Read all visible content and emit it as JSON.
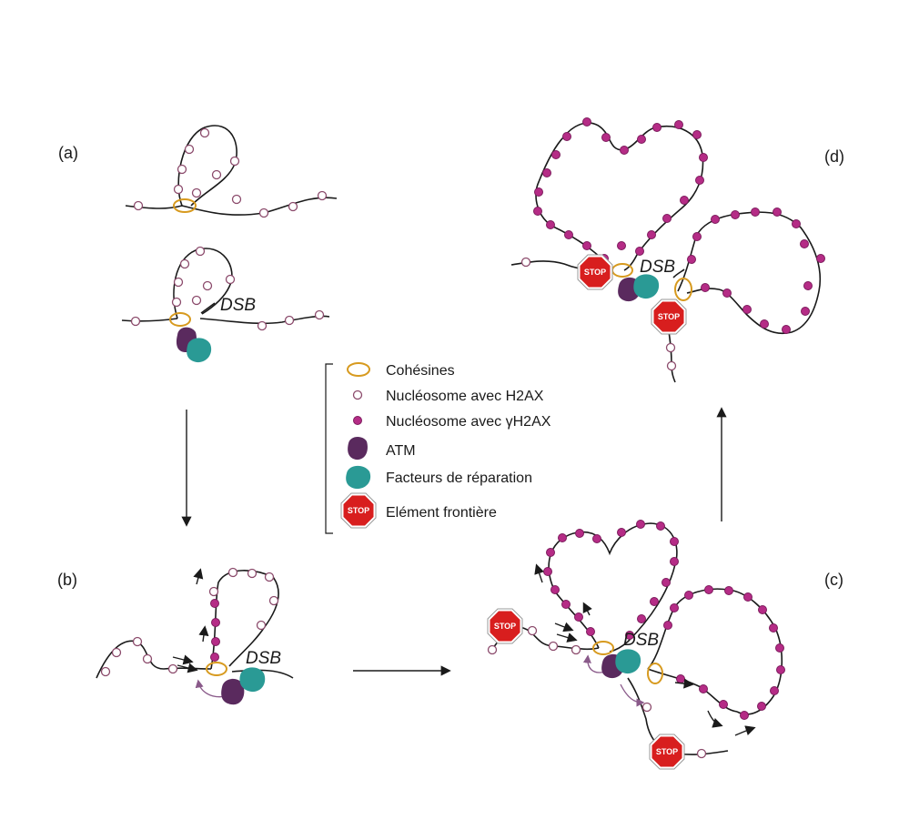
{
  "panels": {
    "a": "(a)",
    "b": "(b)",
    "c": "(c)",
    "d": "(d)"
  },
  "dsb": "DSB",
  "legend": {
    "cohesins": "Cohésines",
    "nucleosome_h2ax": "Nucléosome avec H2AX",
    "nucleosome_gh2ax": "Nucléosome avec γH2AX",
    "atm": "ATM",
    "repair": "Facteurs de réparation",
    "boundary": "Elément frontière"
  },
  "stop_sign": "STOP",
  "colors": {
    "cohesin": "#d79a1f",
    "gh2ax": "#b52c86",
    "atm": "#5a2a5e",
    "repair": "#2a9a95",
    "stop": "#d81e1e"
  }
}
